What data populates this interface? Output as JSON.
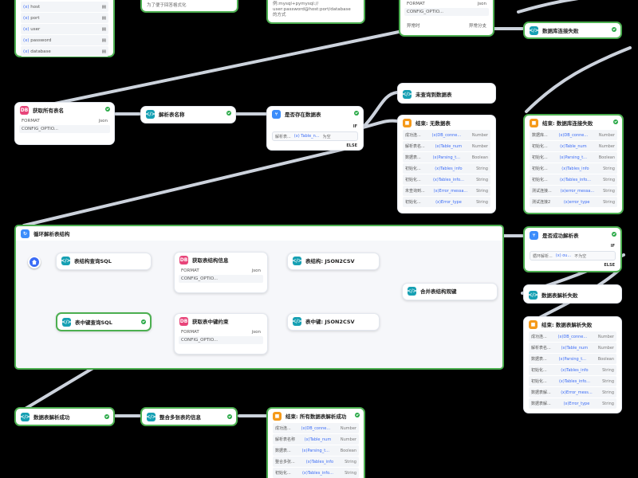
{
  "top_partial": {
    "params": [
      "host",
      "port",
      "user",
      "password",
      "database"
    ],
    "param_prefix": "(x)",
    "desc_line": "为了便于回答格式化",
    "uri_lines": [
      "例:mysql+pymysql://",
      "user:password@host:port/database",
      "的方式"
    ],
    "format_label": "FORMAT",
    "format_value": "json",
    "config_label": "CONFIG_OPTIO...",
    "exception_label": "异常时",
    "exception_value": "异常分支"
  },
  "nodes": {
    "db_conn_fail_branch": {
      "title": "数据库连接失败"
    },
    "get_tables": {
      "title": "获取所有表名",
      "format_label": "FORMAT",
      "format_value": "json",
      "config_label": "CONFIG_OPTIO..."
    },
    "parse_names": {
      "title": "解析表名称"
    },
    "has_data": {
      "title": "是否存在数据表",
      "if_label": "IF",
      "else_label": "ELSE",
      "cond_left": "解析表...",
      "cond_var": "(x) Table_n...",
      "cond_op": "为空"
    },
    "no_tables": {
      "title": "未查询到数据表"
    },
    "end_no_tables": {
      "title": "结束: 无数据表",
      "rows": [
        {
          "k": "成功连...",
          "v": "(x)DB_conne...",
          "t": "Number"
        },
        {
          "k": "解析表名...",
          "v": "(x)Table_num",
          "t": "Number"
        },
        {
          "k": "数据表...",
          "v": "(x)Parsing_t...",
          "t": "Boolean"
        },
        {
          "k": "初始化...",
          "v": "(x)Tables_info",
          "t": "String"
        },
        {
          "k": "初始化...",
          "v": "(x)Tables_info...",
          "t": "String"
        },
        {
          "k": "未查询到...",
          "v": "(x)Error_messa...",
          "t": "String"
        },
        {
          "k": "初始化...",
          "v": "(x)Error_type",
          "t": "String"
        }
      ]
    },
    "end_conn_fail": {
      "title": "结束: 数据库连接失败",
      "rows": [
        {
          "k": "数据库...",
          "v": "(x)DB_conne...",
          "t": "Number"
        },
        {
          "k": "初始化...",
          "v": "(x)Table_num",
          "t": "Number"
        },
        {
          "k": "初始化...",
          "v": "(x)Parsing_t...",
          "t": "Boolean"
        },
        {
          "k": "初始化...",
          "v": "(x)Tables_info",
          "t": "String"
        },
        {
          "k": "初始化...",
          "v": "(x)Tables_info...",
          "t": "String"
        },
        {
          "k": "测试连接...",
          "v": "(x)error_messa...",
          "t": "String"
        },
        {
          "k": "测试连接2",
          "v": "(x)error_type",
          "t": "String"
        }
      ]
    },
    "loop": {
      "title": "循环解析表结构"
    },
    "query_schema_sql": {
      "title": "表结构查询SQL"
    },
    "get_schema_info": {
      "title": "获取表结构信息",
      "format_label": "FORMAT",
      "format_value": "json",
      "config_label": "CONFIG_OPTIO..."
    },
    "schema_json2csv": {
      "title": "表结构: JSON2CSV"
    },
    "merge_schema": {
      "title": "合并表结构观键"
    },
    "fk_query_sql": {
      "title": "表中键查询SQL"
    },
    "get_fk_constraints": {
      "title": "获取表中键约束",
      "format_label": "FORMAT",
      "format_value": "json",
      "config_label": "CONFIG_OPTIO..."
    },
    "fk_json2csv": {
      "title": "表中键: JSON2CSV"
    },
    "parse_ok": {
      "title": "是否成功解析表",
      "if_label": "IF",
      "else_label": "ELSE",
      "cond_left": "循环解析...",
      "cond_var": "(x) ou...",
      "cond_op": "不为空"
    },
    "parse_fail": {
      "title": "数据表解析失败"
    },
    "end_parse_fail": {
      "title": "结束: 数据表解析失败",
      "rows": [
        {
          "k": "成功连...",
          "v": "(x)DB_conne...",
          "t": "Number"
        },
        {
          "k": "解析表名...",
          "v": "(x)Table_num",
          "t": "Number"
        },
        {
          "k": "数据表...",
          "v": "(x)Parsing_t...",
          "t": "Boolean"
        },
        {
          "k": "初始化...",
          "v": "(x)Tables_info",
          "t": "String"
        },
        {
          "k": "初始化...",
          "v": "(x)Tables_info...",
          "t": "String"
        },
        {
          "k": "数据表解...",
          "v": "(x)Error_mess...",
          "t": "String"
        },
        {
          "k": "数据表解...",
          "v": "(x)Error_type",
          "t": "String"
        }
      ]
    },
    "parse_success": {
      "title": "数据表解析成功"
    },
    "integrate_info": {
      "title": "整合多张表的信息"
    },
    "end_all_ok": {
      "title": "结束: 所有数据表解析成功",
      "rows": [
        {
          "k": "成功连...",
          "v": "(x)DB_conne...",
          "t": "Number"
        },
        {
          "k": "解析表名称",
          "v": "(x)Table_num",
          "t": "Number"
        },
        {
          "k": "数据表...",
          "v": "(x)Parsing_t...",
          "t": "Boolean"
        },
        {
          "k": "整合多张...",
          "v": "(x)Tables_info",
          "t": "String"
        },
        {
          "k": "初始化...",
          "v": "(x)Tables_info...",
          "t": "String"
        }
      ]
    }
  },
  "colors": {
    "selected_border": "#4caf50",
    "accent": "#3b8dfb",
    "success": "#27a845",
    "edge": "#dfe6ee"
  }
}
